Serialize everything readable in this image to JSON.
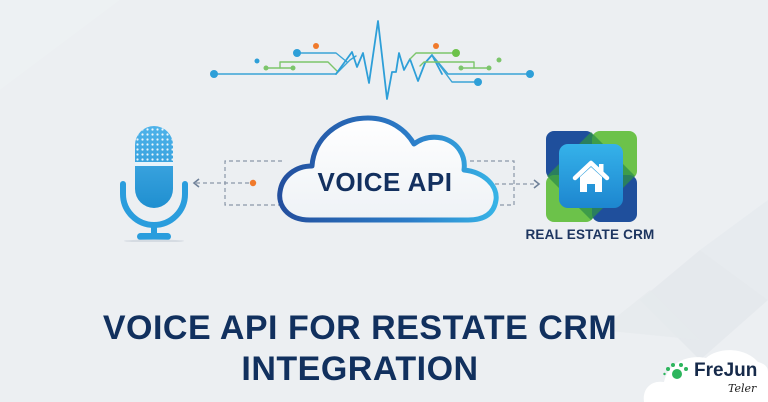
{
  "hero": {
    "cloud_label": "VOICE API",
    "crm_label": "REAL ESTATE CRM",
    "headline_line1": "VOICE API FOR RESTATE CRM",
    "headline_line2": "INTEGRATION"
  },
  "brand": {
    "name": "FreJun",
    "sub": "Teler"
  },
  "icons": {
    "waveform": "waveform-icon",
    "microphone": "microphone-icon",
    "cloud": "cloud-icon",
    "crm": "house-icon",
    "logo_paw": "paw-icon"
  },
  "colors": {
    "background": "#eceff2",
    "navy": "#13305f",
    "blue": "#2aa3dd",
    "green": "#6cc24a",
    "orange": "#f07a2c",
    "dash": "#8a97a8"
  }
}
